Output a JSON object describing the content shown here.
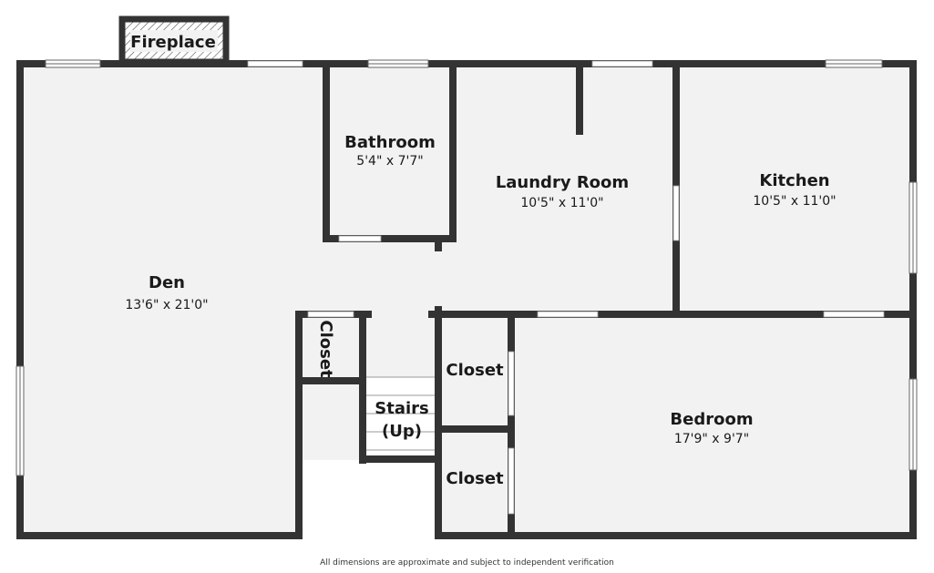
{
  "colors": {
    "wall": "#333333",
    "floor": "#f2f2f2",
    "background": "#ffffff",
    "window": "#ffffff",
    "text": "#1a1a1a"
  },
  "rooms": {
    "den": {
      "name": "Den",
      "dim": "13'6\" x 21'0\""
    },
    "bathroom": {
      "name": "Bathroom",
      "dim": "5'4\" x 7'7\""
    },
    "laundry": {
      "name": "Laundry Room",
      "dim": "10'5\" x 11'0\""
    },
    "kitchen": {
      "name": "Kitchen",
      "dim": "10'5\" x 11'0\""
    },
    "bedroom": {
      "name": "Bedroom",
      "dim": "17'9\" x 9'7\""
    },
    "closet_left": {
      "name": "Closet"
    },
    "closet_upper": {
      "name": "Closet"
    },
    "closet_lower": {
      "name": "Closet"
    },
    "stairs": {
      "line1": "Stairs",
      "line2": "(Up)"
    },
    "fireplace": {
      "name": "Fireplace"
    }
  },
  "footer": "All dimensions are approximate and subject to independent verification"
}
